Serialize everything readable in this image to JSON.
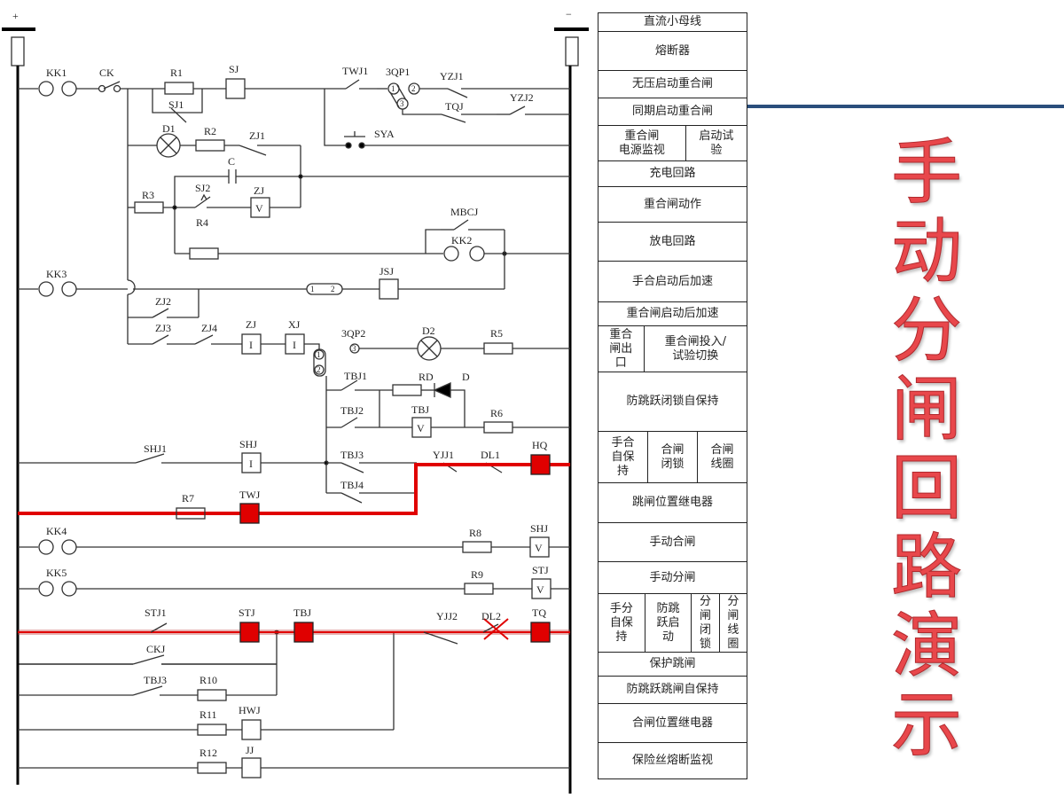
{
  "title": {
    "text": "手动分闸回路演示",
    "chars": [
      "手",
      "动",
      "分",
      "闸",
      "回",
      "路",
      "演",
      "示"
    ],
    "color": "#e8474b",
    "accent_line_color": "#2a4e7c"
  },
  "bus": {
    "positive": "+",
    "negative": "−"
  },
  "highlight_color": "#e00000",
  "labels": {
    "KK1": "KK1",
    "CK": "CK",
    "R1": "R1",
    "SJ": "SJ",
    "SJ1": "SJ1",
    "D1": "D1",
    "R2": "R2",
    "ZJ1": "ZJ1",
    "C": "C",
    "R3": "R3",
    "SJ2": "SJ2",
    "ZJ_V": "ZJ",
    "R4": "R4",
    "TWJ1": "TWJ1",
    "3QP1": "3QP1",
    "YZJ1": "YZJ1",
    "TQJ": "TQJ",
    "YZJ2": "YZJ2",
    "SYA": "SYA",
    "MBCJ": "MBCJ",
    "KK2": "KK2",
    "KK3": "KK3",
    "JSJ": "JSJ",
    "ZJ2": "ZJ2",
    "ZJ3": "ZJ3",
    "ZJ4": "ZJ4",
    "ZJ_I": "ZJ",
    "XJ": "XJ",
    "3QP2": "3QP2",
    "D2": "D2",
    "R5": "R5",
    "TBJ1": "TBJ1",
    "RD": "RD",
    "D": "D",
    "TBJ2": "TBJ2",
    "TBJ_V": "TBJ",
    "R6": "R6",
    "SHJ1": "SHJ1",
    "SHJ_I": "SHJ",
    "TBJ3": "TBJ3",
    "YJJ1": "YJJ1",
    "DL1": "DL1",
    "HQ": "HQ",
    "TBJ4": "TBJ4",
    "R7": "R7",
    "TWJ": "TWJ",
    "KK4": "KK4",
    "R8": "R8",
    "SHJ_V": "SHJ",
    "KK5": "KK5",
    "R9": "R9",
    "STJ_V": "STJ",
    "STJ1": "STJ1",
    "STJ": "STJ",
    "TBJ": "TBJ",
    "YJJ2": "YJJ2",
    "DL2": "DL2",
    "TQ": "TQ",
    "CKJ": "CKJ",
    "TBJ3b": "TBJ3",
    "R10": "R10",
    "R11": "R11",
    "HWJ": "HWJ",
    "R12": "R12",
    "JJ": "JJ",
    "coil_I": "I",
    "coil_V": "V",
    "pin1": "1",
    "pin2": "2",
    "pin3": "3"
  },
  "legend_table": [
    {
      "cells": [
        "直流小母线"
      ]
    },
    {
      "cells": [
        "熔断器"
      ]
    },
    {
      "cells": [
        "无压启动重合闸"
      ]
    },
    {
      "cells": [
        "同期启动重合闸"
      ]
    },
    {
      "cells": [
        "重合闸\n电源监视",
        "启动试\n验"
      ]
    },
    {
      "cells": [
        "充电回路"
      ]
    },
    {
      "cells": [
        "重合闸动作"
      ]
    },
    {
      "cells": [
        "放电回路"
      ]
    },
    {
      "cells": [
        "手合启动后加速"
      ]
    },
    {
      "cells": [
        "重合闸启动后加速"
      ]
    },
    {
      "cells": [
        "重合\n闸出\n口",
        "重合闸投入/\n试验切换"
      ]
    },
    {
      "cells": [
        "防跳跃闭锁自保持"
      ]
    },
    {
      "cells": [
        "手合\n自保\n持",
        "合闸\n闭锁",
        "合闸\n线圈"
      ]
    },
    {
      "cells": [
        "跳闸位置继电器"
      ]
    },
    {
      "cells": [
        "手动合闸"
      ]
    },
    {
      "cells": [
        "手动分闸"
      ]
    },
    {
      "cells": [
        "手分\n自保\n持",
        "防跳\n跃启\n动",
        "分\n闸\n闭\n锁",
        "分\n闸\n线\n圈"
      ]
    },
    {
      "cells": [
        "保护跳闸"
      ]
    },
    {
      "cells": [
        "防跳跃跳闸自保持"
      ]
    },
    {
      "cells": [
        "合闸位置继电器"
      ]
    },
    {
      "cells": [
        "保险丝熔断监视"
      ]
    }
  ]
}
